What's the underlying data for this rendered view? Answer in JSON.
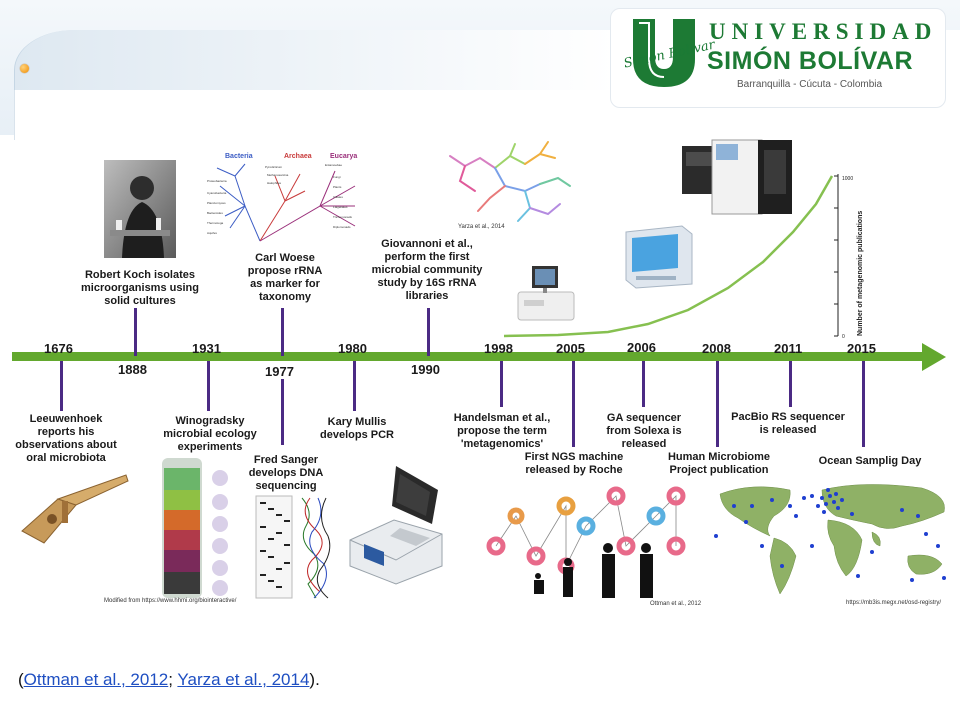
{
  "logo": {
    "line1": "UNIVERSIDAD",
    "line2": "SIMÓN BOLÍVAR",
    "line3": "Barranquilla - Cúcuta - Colombia",
    "script": "Simón Bolívar",
    "brand_color": "#1d7a34"
  },
  "timeline": {
    "axis_color": "#63a82e",
    "tick_color": "#4b2a84",
    "years": [
      "1676",
      "1888",
      "1931",
      "1977",
      "1980",
      "1990",
      "1998",
      "2005",
      "2006",
      "2008",
      "2011",
      "2015"
    ],
    "events": {
      "leeuwenhoek": "Leeuwenhoek\nreports his\nobservations about\noral microbiota",
      "koch": "Robert Koch isolates\nmicroorganisms using\nsolid cultures",
      "winogradsky": "Winogradsky\nmicrobial ecology\nexperiments",
      "woese": "Carl Woese\npropose rRNA\nas marker for\ntaxonomy",
      "sanger": "Fred Sanger\ndevelops DNA\nsequencing",
      "mullis": "Kary Mullis\ndevelops PCR",
      "giovannoni": "Giovannoni et al.,\nperform the first\nmicrobial community\nstudy by 16S rRNA\nlibraries",
      "handelsman": "Handelsman et al.,\npropose the term\n'metagenomics'",
      "ngs": "First NGS machine\nreleased by Roche",
      "ga": "GA sequencer\nfrom Solexa is\nreleased",
      "hmp": "Human Microbiome\nProject publication",
      "pacbio": "PacBio RS sequencer\nis released",
      "osd": "Ocean Samplig Day"
    },
    "tree_labels": {
      "bacteria": "Bacteria",
      "archaea": "Archaea",
      "eucarya": "Eucarya"
    },
    "credits": {
      "hhmi": "Modified from https://www.hhmi.org/biointeractive/",
      "yarza": "Yarza et al., 2014",
      "ottman": "Ottman et al., 2012",
      "osd": "https://mb3is.megx.net/osd-registry/"
    },
    "chart_ylabel": "Number of metagenomic publications",
    "chart_ymax_label": "1000",
    "chart_y0_label": "0"
  },
  "citation": {
    "open": "(",
    "link1": "Ottman et al., 2012",
    "sep": "; ",
    "link2": "Yarza et al., 2014",
    "close": ")."
  }
}
